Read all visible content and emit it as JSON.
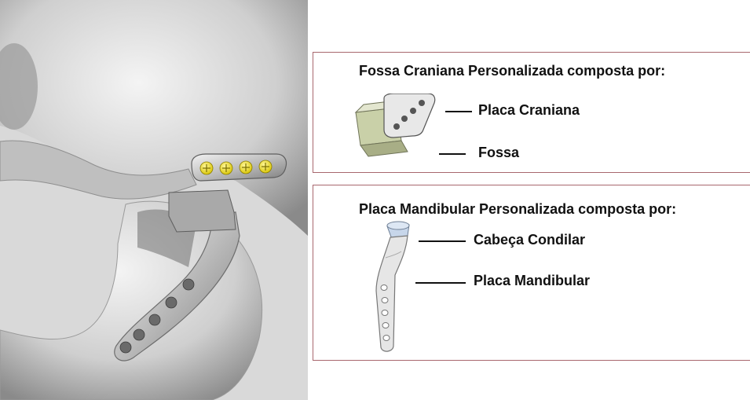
{
  "fossa_panel": {
    "title": "Fossa Craniana Personalizada composta por:",
    "components": [
      "Placa Craniana",
      "Fossa"
    ]
  },
  "mandibular_panel": {
    "title": "Placa Mandibular Personalizada composta por:",
    "components": [
      "Cabeça Condilar",
      "Placa Mandibular"
    ]
  },
  "colors": {
    "panel_border": "#a8676e",
    "screw_yellow": "#f2e21a",
    "fossa_green": "#c9d0a8",
    "condylar_blue": "#c7d6ea"
  }
}
